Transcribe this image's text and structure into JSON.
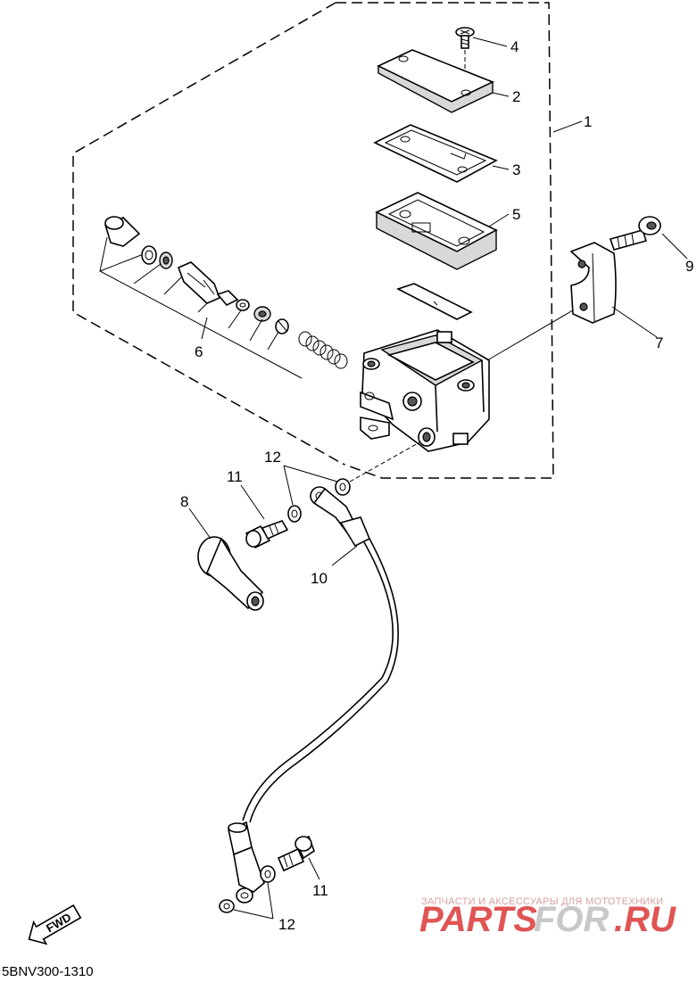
{
  "diagram": {
    "part_labels": [
      "1",
      "2",
      "3",
      "4",
      "5",
      "6",
      "7",
      "8",
      "9",
      "10",
      "11",
      "11",
      "12",
      "12"
    ],
    "fwd_label": "FWD",
    "code": "5BNV300-1310"
  },
  "watermark": {
    "tagline": "ЗАПЧАСТИ И АКСЕССУАРЫ ДЛЯ МОТОТЕХНИКИ",
    "brand_part1": "PARTS",
    "brand_part2": "FOR",
    "brand_part3": ".RU"
  },
  "colors": {
    "brand_red": "#e05454",
    "brand_grey": "#c8c8c8",
    "line": "#000000"
  }
}
